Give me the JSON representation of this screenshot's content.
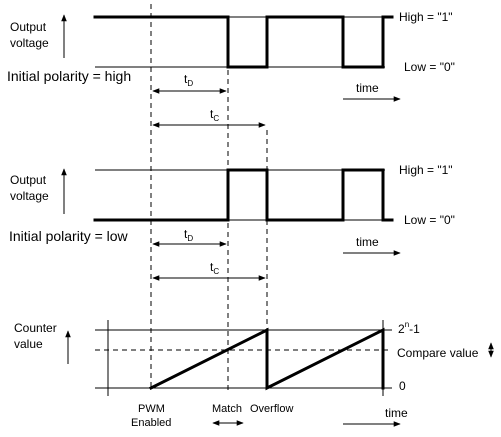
{
  "panel_high": {
    "ylabel_line1": "Output",
    "ylabel_line2": "voltage",
    "polarity": "Initial polarity = high",
    "level_high": "High = \"1\"",
    "level_low": "Low = \"0\"",
    "td_main": "t",
    "td_sub": "D",
    "tc_main": "t",
    "tc_sub": "C",
    "time_label": "time"
  },
  "panel_low": {
    "ylabel_line1": "Output",
    "ylabel_line2": "voltage",
    "polarity": "Initial polarity = low",
    "level_high": "High = \"1\"",
    "level_low": "Low = \"0\"",
    "td_main": "t",
    "td_sub": "D",
    "tc_main": "t",
    "tc_sub": "C",
    "time_label": "time"
  },
  "panel_counter": {
    "ylabel_line1": "Counter",
    "ylabel_line2": "value",
    "max_main": "2",
    "max_sup": "n",
    "max_rest": "-1",
    "compare": "Compare value",
    "zero": "0",
    "event_pwm_line1": "PWM",
    "event_pwm_line2": "Enabled",
    "event_match": "Match",
    "event_overflow": "Overflow",
    "time_label": "time"
  }
}
